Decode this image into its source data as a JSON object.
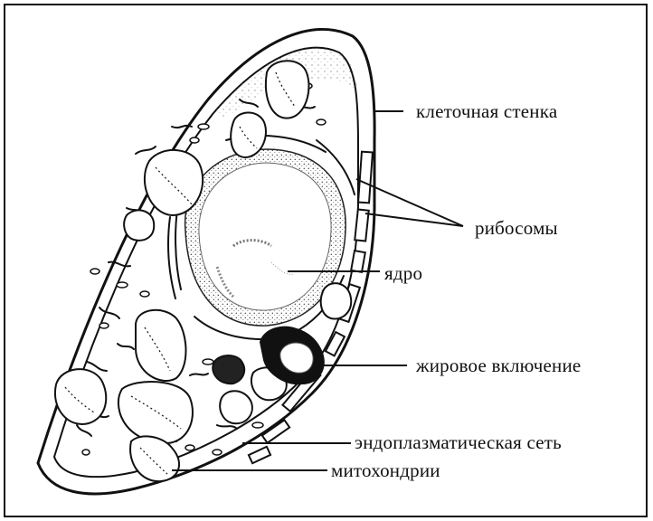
{
  "labels": {
    "cell_wall": "клеточная стенка",
    "ribosomes": "рибосомы",
    "nucleus": "ядро",
    "fat_inclusion": "жировое включение",
    "endoplasmic_reticulum": "эндоплазматическая сеть",
    "mitochondria": "митохондрии"
  }
}
